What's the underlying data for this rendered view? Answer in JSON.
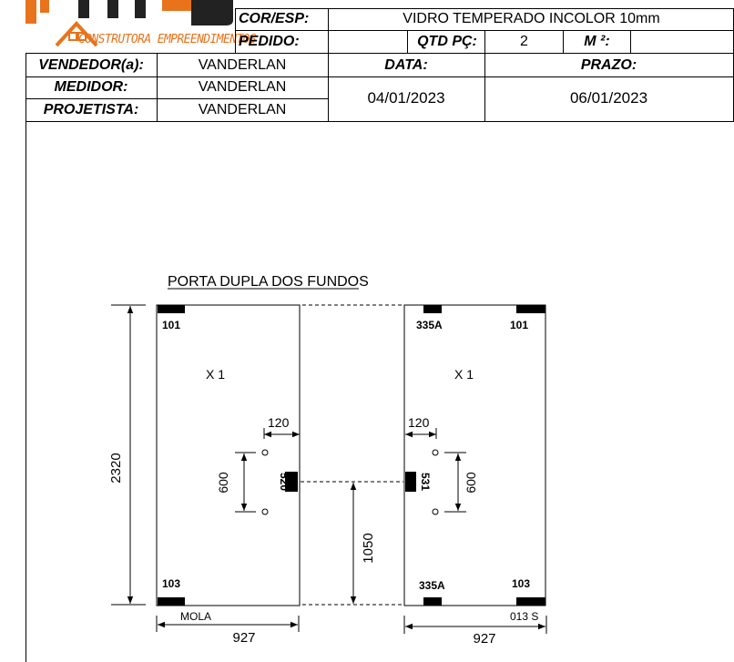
{
  "header": {
    "logo_text": "CONSTRUTORA EMPREENDIMENTOS",
    "cor_esp_label": "COR/ESP:",
    "cor_esp_value": "VIDRO TEMPERADO INCOLOR 10mm",
    "pedido_label": "PEDIDO:",
    "qtd_label": "QTD PÇ:",
    "qtd_value": "2",
    "m2_label": "M ²:",
    "vendedor_label": "VENDEDOR(a):",
    "vendedor_value": "VANDERLAN",
    "medidor_label": "MEDIDOR:",
    "medidor_value": "VANDERLAN",
    "projetista_label": "PROJETISTA:",
    "projetista_value": "VANDERLAN",
    "data_label": "DATA:",
    "data_value": "04/01/2023",
    "prazo_label": "PRAZO:",
    "prazo_value": "06/01/2023"
  },
  "drawing": {
    "title": "PORTA DUPLA DOS FUNDOS",
    "height_dim": "2320",
    "left_panel": {
      "top_fitting": "101",
      "bottom_fitting": "103",
      "quantity": "X 1",
      "center_fitting": "520",
      "offset_dim": "120",
      "spacing_dim": "600",
      "bottom_label": "MOLA",
      "width_dim": "927"
    },
    "right_panel": {
      "top_left_fitting": "335A",
      "top_right_fitting": "101",
      "bottom_left_fitting": "335A",
      "bottom_right_fitting": "103",
      "quantity": "X 1",
      "center_fitting": "531",
      "offset_dim": "120",
      "spacing_dim": "600",
      "bottom_label": "013 S",
      "width_dim": "927"
    },
    "center_height_dim": "1050"
  }
}
